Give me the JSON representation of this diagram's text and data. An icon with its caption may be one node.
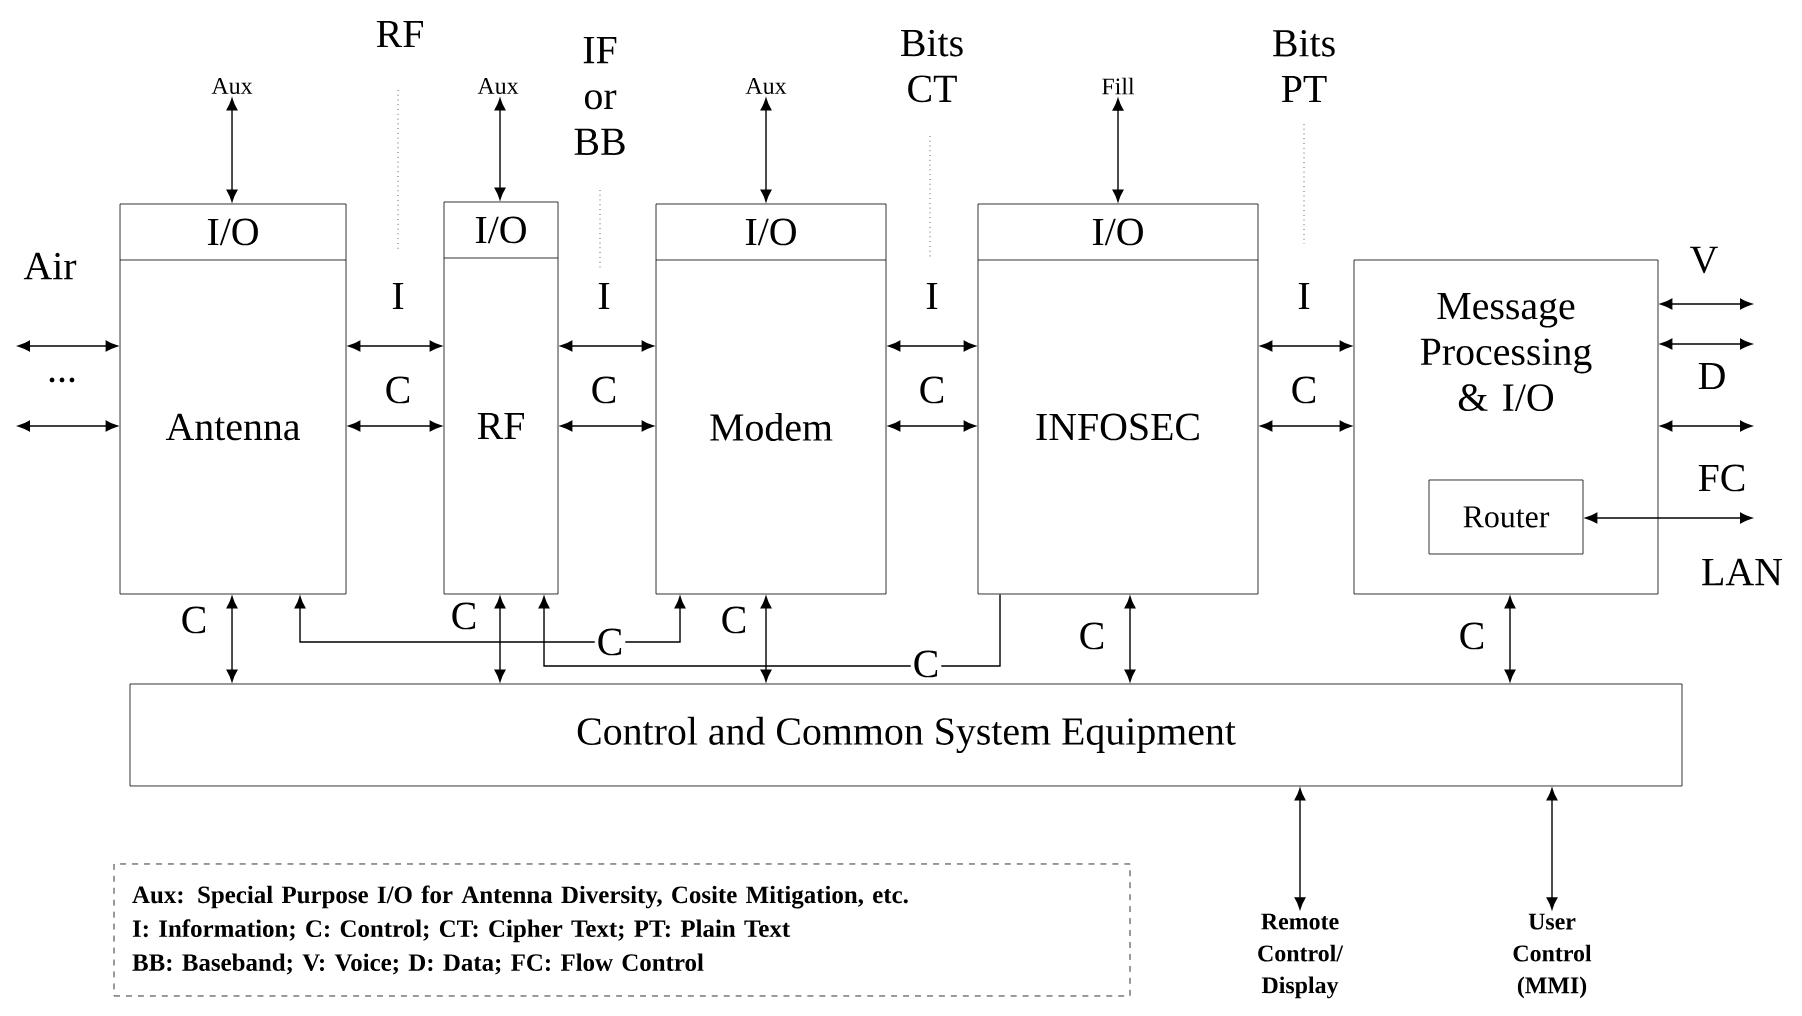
{
  "diagram": {
    "nodes": [
      {
        "text": [
          "I/O",
          "Antenna"
        ]
      },
      {
        "text": [
          "I/O",
          "RF"
        ]
      },
      {
        "text": [
          "I/O",
          "Modem"
        ]
      },
      {
        "text": [
          "I/O",
          "INFOSEC"
        ]
      },
      {
        "text": [
          "Message Processing & I/O"
        ]
      },
      {
        "text": [
          "Router"
        ],
        "in": 4
      },
      {
        "text": [
          "Control and Common System Equipment"
        ]
      },
      {
        "text": [
          "Aux"
        ]
      },
      {
        "text": [
          "Aux"
        ]
      },
      {
        "text": [
          "Aux"
        ]
      },
      {
        "text": [
          "Fill"
        ]
      },
      {
        "text": [
          "Remote Control/ Display"
        ]
      },
      {
        "text": [
          "User Control (MMI)"
        ]
      },
      {
        "text": [
          "Aux: Special Purpose I/O for Antenna Diversity, Cosite Mitigation, etc.",
          "I: Information; C: Control; CT: Cipher Text; PT: Plain Text",
          "BB: Baseband; V: Voice; D: Data; FC: Flow Control"
        ]
      }
    ],
    "edges": [
      {
        "from": 7,
        "to": 0,
        "arrow": "both"
      },
      {
        "from": 8,
        "to": 1,
        "arrow": "both"
      },
      {
        "from": 9,
        "to": 2,
        "arrow": "both"
      },
      {
        "from": 10,
        "to": 3,
        "arrow": "both"
      },
      {
        "from": null,
        "to": 0,
        "arrow": "both"
      },
      {
        "from": null,
        "to": 0,
        "arrow": "both"
      },
      {
        "from": 0,
        "to": 1,
        "arrow": "both",
        "label": "I"
      },
      {
        "from": 0,
        "to": 1,
        "arrow": "both",
        "label": "C"
      },
      {
        "from": 1,
        "to": 2,
        "arrow": "both",
        "label": "I"
      },
      {
        "from": 1,
        "to": 2,
        "arrow": "both",
        "label": "C"
      },
      {
        "from": 2,
        "to": 3,
        "arrow": "both",
        "label": "I"
      },
      {
        "from": 2,
        "to": 3,
        "arrow": "both",
        "label": "C"
      },
      {
        "from": 3,
        "to": 4,
        "arrow": "both",
        "label": "I"
      },
      {
        "from": 3,
        "to": 4,
        "arrow": "both",
        "label": "C"
      },
      {
        "from": 0,
        "to": 2,
        "arrow": "both",
        "label": "C"
      },
      {
        "from": 3,
        "to": 1,
        "arrow": "to",
        "label": "C"
      },
      {
        "from": 4,
        "to": null,
        "arrow": "both",
        "label": "V"
      },
      {
        "from": 4,
        "to": null,
        "arrow": "both",
        "label": "D"
      },
      {
        "from": 4,
        "to": null,
        "arrow": "both",
        "label": "FC"
      },
      {
        "from": 5,
        "to": null,
        "arrow": "both",
        "label": "LAN"
      },
      {
        "from": 0,
        "to": 6,
        "arrow": "both",
        "label": "C"
      },
      {
        "from": 1,
        "to": 6,
        "arrow": "both",
        "label": "C"
      },
      {
        "from": 2,
        "to": 6,
        "arrow": "both",
        "label": "C"
      },
      {
        "from": 3,
        "to": 6,
        "arrow": "both",
        "label": "C"
      },
      {
        "from": 4,
        "to": 6,
        "arrow": "both",
        "label": "C"
      },
      {
        "from": 6,
        "to": 11,
        "arrow": "both"
      },
      {
        "from": 6,
        "to": 12,
        "arrow": "both"
      }
    ],
    "labels": [
      "Air",
      "...",
      "RF",
      "IF or BB",
      "Bits CT",
      "Bits PT"
    ]
  }
}
